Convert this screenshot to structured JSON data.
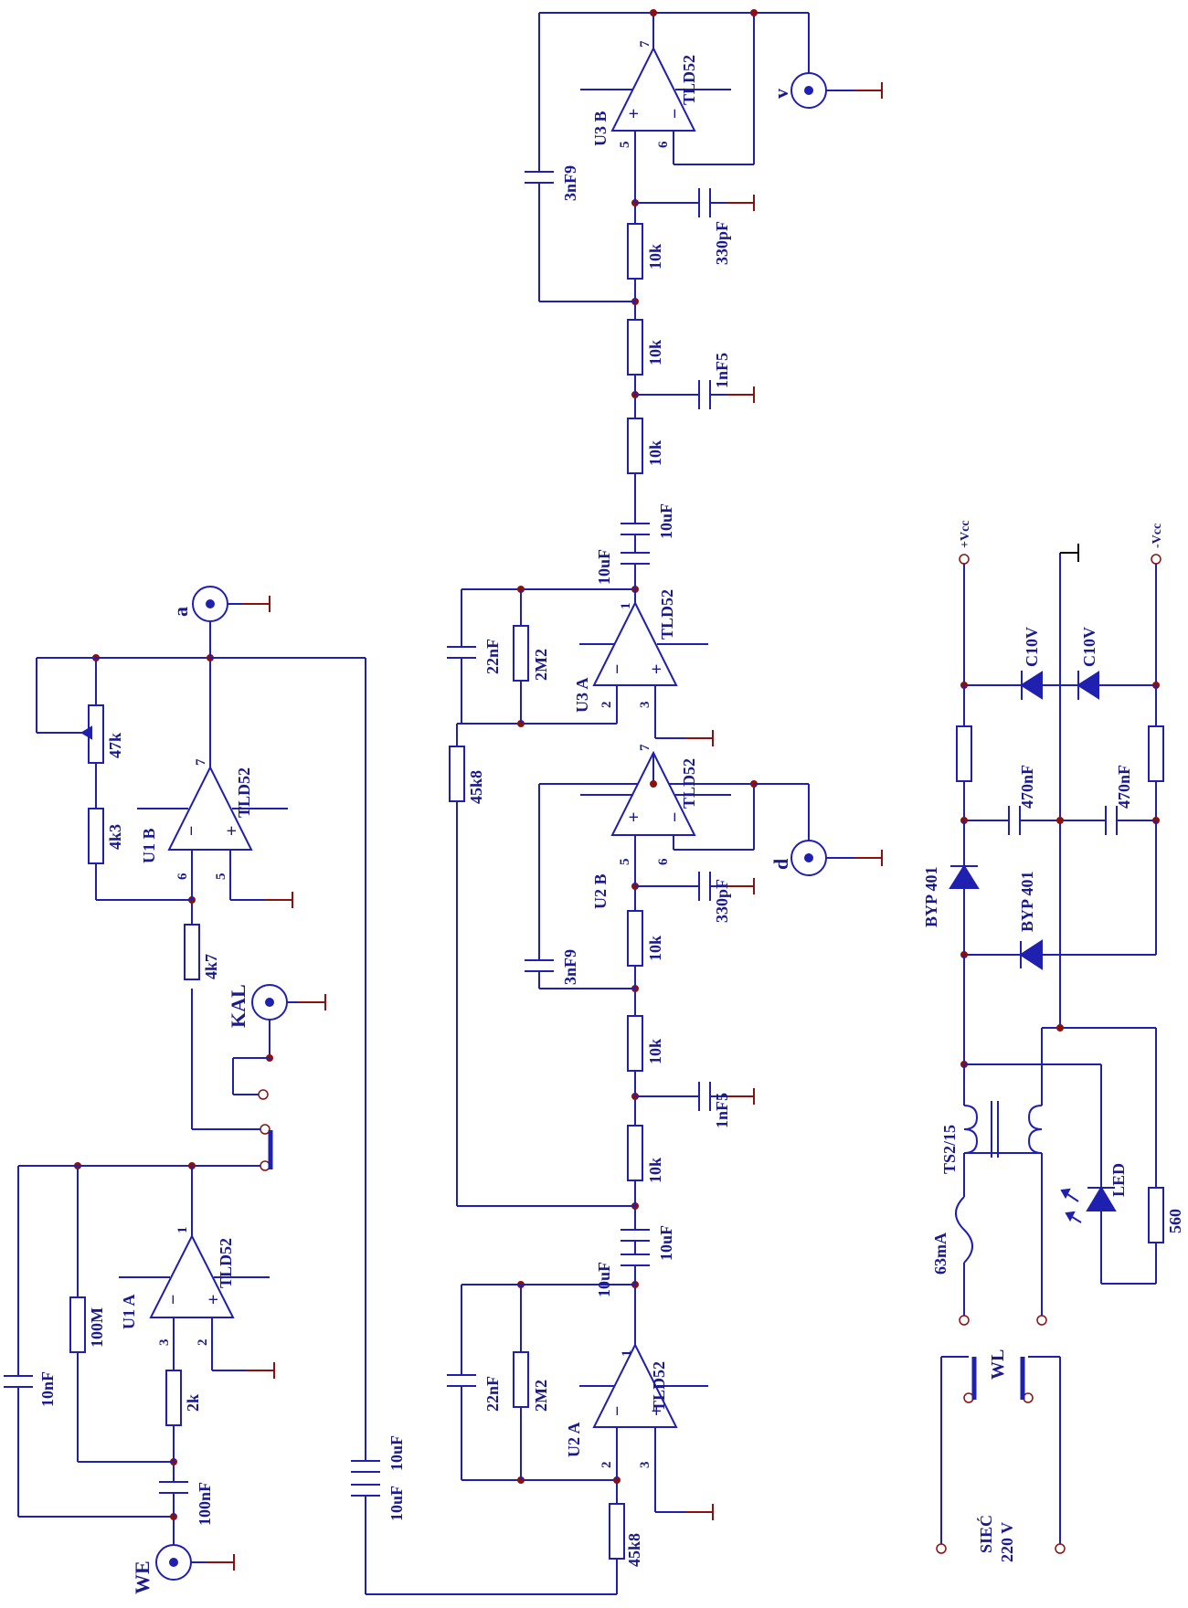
{
  "labels": {
    "opamp_type": "TLD52",
    "u1a": "U1 A",
    "u1b": "U1 B",
    "u2a": "U2 A",
    "u2b": "U2 B",
    "u3a": "U3 A",
    "u3b": "U3 B",
    "pin1": "1",
    "pin2": "2",
    "pin3": "3",
    "pin5": "5",
    "pin6": "6",
    "pin7": "7",
    "r_47k": "47k",
    "r_4k3": "4k3",
    "r_4k7": "4k7",
    "r_100M": "100M",
    "r_2k": "2k",
    "r_2M2": "2M2",
    "r_45k8": "45k8",
    "r_10k": "10k",
    "r_560": "560",
    "c_10nF": "10nF",
    "c_100nF": "100nF",
    "c_10uF": "10uF",
    "c_22nF": "22nF",
    "c_3nF9": "3nF9",
    "c_330pF": "330pF",
    "c_1nF5": "1nF5",
    "c_470nF": "470nF",
    "conn_a": "a",
    "conn_v": "v",
    "conn_d": "d",
    "conn_we": "WE",
    "conn_kal": "KAL",
    "plus_vcc": "+Vcc",
    "minus_vcc": "-Vcc",
    "zener": "C10V",
    "diode": "BYP 401",
    "transformer": "TS2/15",
    "fuse": "63mA",
    "led": "LED",
    "switch": "WL",
    "mains_1": "SIEĆ",
    "mains_2": "220 V",
    "plus": "+",
    "minus": "−"
  }
}
